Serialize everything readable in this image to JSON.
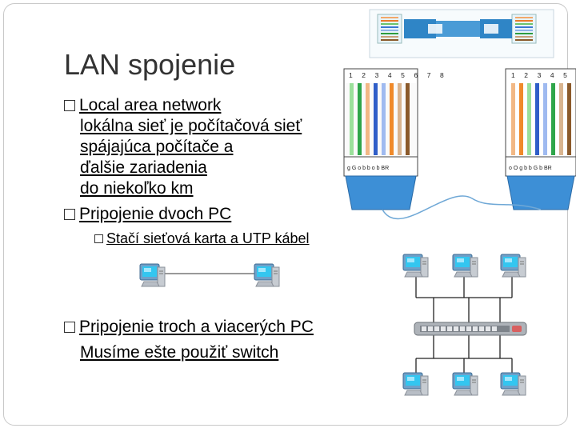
{
  "slide": {
    "title": "LAN spojenie",
    "bullet1": {
      "label": "Local area network",
      "lines": [
        "lokálna sieť je počítačová sieť",
        "spájajúca počítače a",
        "ďalšie zariadenia",
        "do niekoľko km"
      ]
    },
    "bullet2": {
      "label": "Pripojenie dvoch PC",
      "sub": "Stačí sieťová karta a UTP kábel"
    },
    "bullet3": {
      "label": "Pripojenie troch a viacerých PC",
      "sub": "Musíme ešte použiť switch"
    },
    "diagram": {
      "pin_numbers": [
        "1",
        "2",
        "3",
        "4",
        "5",
        "6",
        "7",
        "8"
      ],
      "left_color_codes": "g G o b b o b BR",
      "right_color_codes": "o O g b b G b BR"
    }
  }
}
